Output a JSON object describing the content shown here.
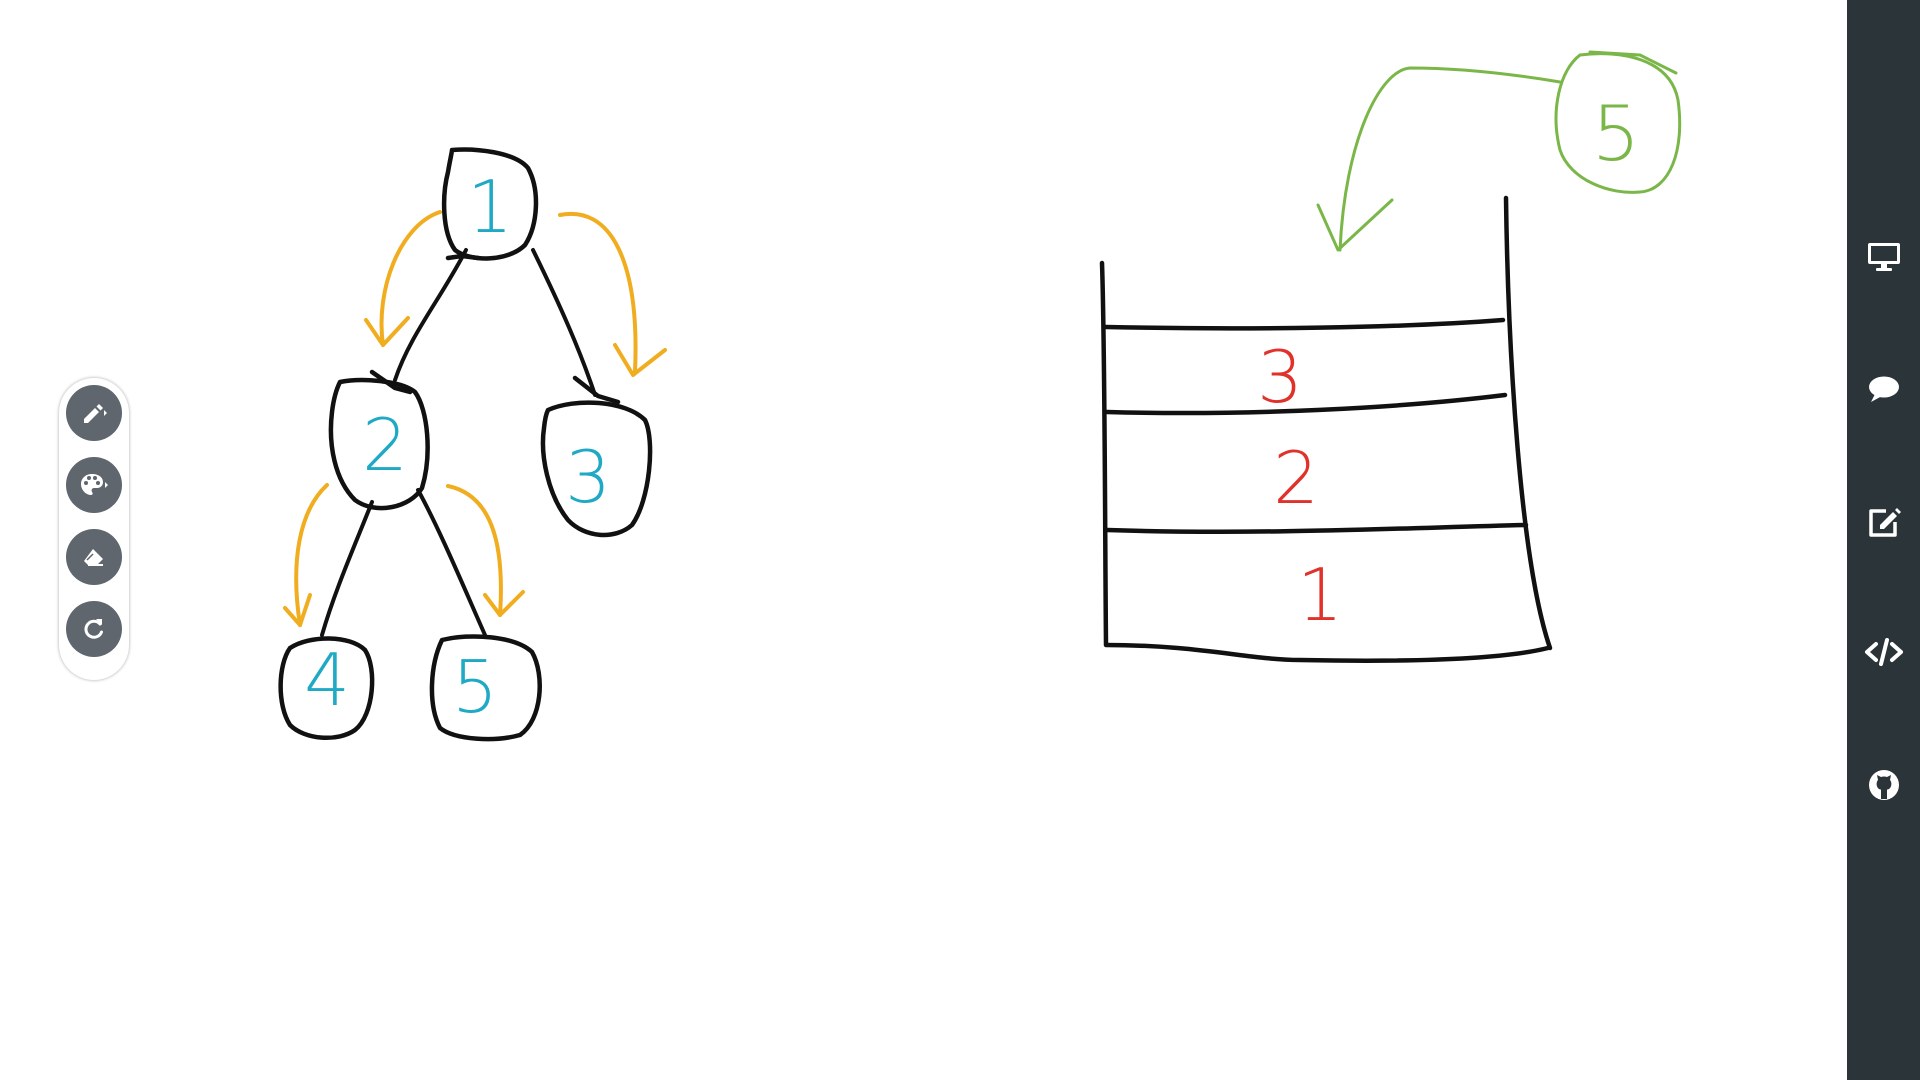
{
  "canvas": {
    "tree_nodes": [
      "1",
      "2",
      "3",
      "4",
      "5"
    ],
    "stack_items": [
      "3",
      "2",
      "1"
    ],
    "incoming_item": "5"
  },
  "colors": {
    "tree_node_label": "#1fa9c4",
    "traversal_arrow": "#f0ad1f",
    "stack_label": "#e0322a",
    "incoming": "#7ab648",
    "ink": "#111111",
    "sidebar_bg": "#2b3438",
    "tool_button_bg": "#5f666e"
  },
  "tool_palette": {
    "buttons": [
      {
        "name": "pen",
        "icon": "pencil-icon"
      },
      {
        "name": "color",
        "icon": "palette-icon"
      },
      {
        "name": "eraser",
        "icon": "eraser-icon"
      },
      {
        "name": "redo",
        "icon": "redo-icon"
      }
    ]
  },
  "sidebar": {
    "items": [
      {
        "name": "presentation",
        "icon": "monitor-icon"
      },
      {
        "name": "chat",
        "icon": "comment-icon"
      },
      {
        "name": "edit",
        "icon": "edit-icon"
      },
      {
        "name": "code",
        "icon": "code-icon"
      },
      {
        "name": "github",
        "icon": "github-icon"
      }
    ]
  }
}
